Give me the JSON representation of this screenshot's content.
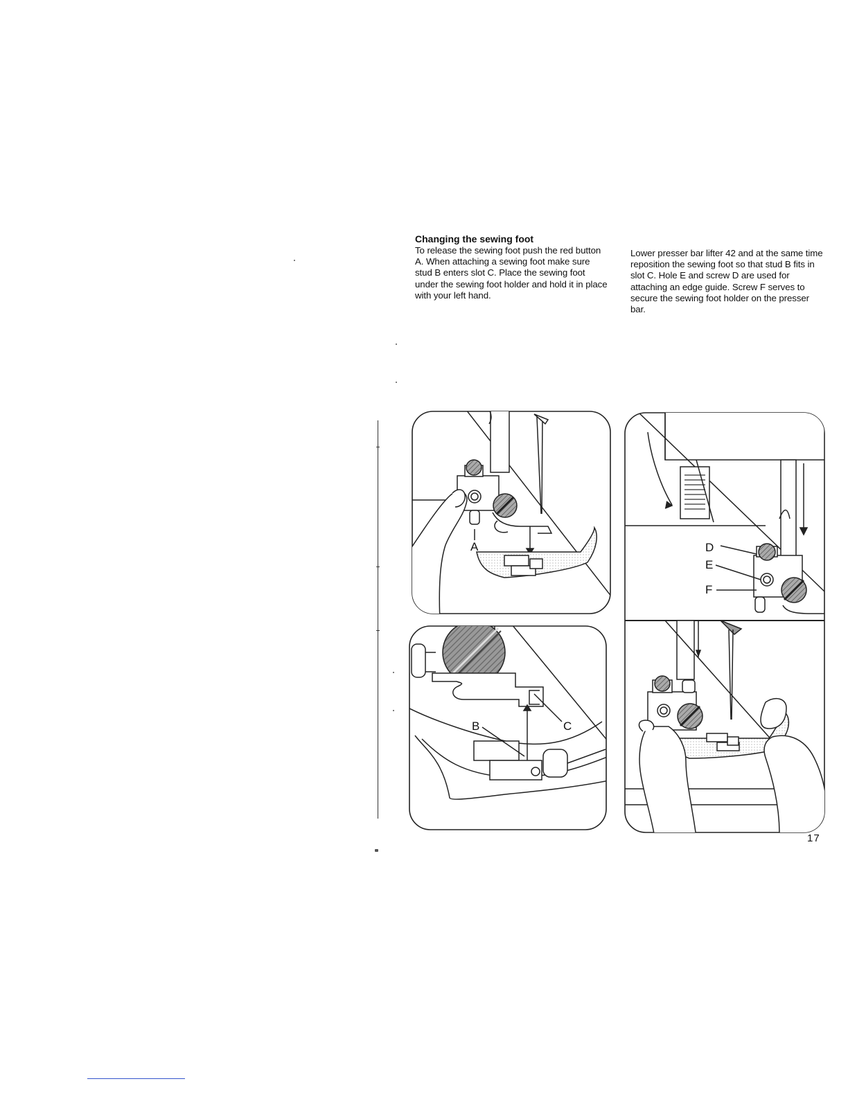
{
  "section": {
    "title": "Changing the sewing foot",
    "paragraph_left": "To release the sewing foot push the red button A. When attaching a sewing foot make sure stud B enters slot C. Place the sewing foot under the sewing foot holder and hold it in place with your left hand.",
    "paragraph_right": "Lower presser bar lifter 42 and at the same time reposition the sewing foot so that stud B fits in slot C. Hole E and screw D are used for attaching an edge guide. Screw F serves to secure the sewing foot holder on the presser bar."
  },
  "figures": {
    "top_left": {
      "label_a": "A"
    },
    "bottom_left": {
      "label_b": "B",
      "label_c": "C"
    },
    "right": {
      "label_d": "D",
      "label_e": "E",
      "label_f": "F"
    }
  },
  "page_number": "17"
}
